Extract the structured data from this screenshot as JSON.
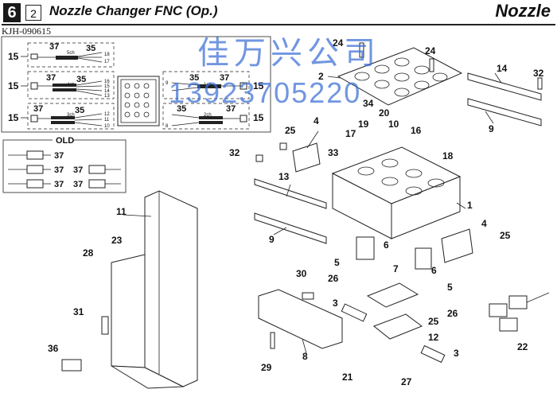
{
  "header": {
    "page_number": "6",
    "sub_number": "2",
    "title": "Nozzle Changer FNC (Op.)",
    "category": "Nozzle",
    "drawing_code": "KJH-090615"
  },
  "watermark": {
    "name": "佳万兴公司",
    "phone": "13923705220"
  },
  "left_panel": {
    "label_15": "15",
    "label_37": "37",
    "label_35": "35",
    "ch5": "5ch",
    "ch4": "4ch",
    "ch3": "3ch",
    "ch1": "1ch",
    "ch2": "2ch",
    "old_label": "OLD",
    "pin_18": "18",
    "pin_17": "17",
    "pin_16": "16",
    "pin_15": "15",
    "pin_14": "14",
    "pin_13": "13",
    "pin_12": "12",
    "pin_11": "11",
    "pin_10": "10",
    "pin_09": "9",
    "pin_08": "8"
  },
  "callouts": {
    "c1": "1",
    "c2": "2",
    "c3": "3",
    "c4": "4",
    "c5": "5",
    "c6": "6",
    "c7": "7",
    "c8": "8",
    "c9": "9",
    "c10": "10",
    "c11": "11",
    "c12": "12",
    "c13": "13",
    "c14": "14",
    "c16": "16",
    "c17": "17",
    "c18": "18",
    "c19": "19",
    "c20": "20",
    "c21": "21",
    "c22": "22",
    "c23": "23",
    "c24": "24",
    "c25": "25",
    "c26": "26",
    "c27": "27",
    "c28": "28",
    "c29": "29",
    "c30": "30",
    "c31": "31",
    "c32": "32",
    "c33": "33",
    "c34": "34",
    "c36": "36"
  }
}
